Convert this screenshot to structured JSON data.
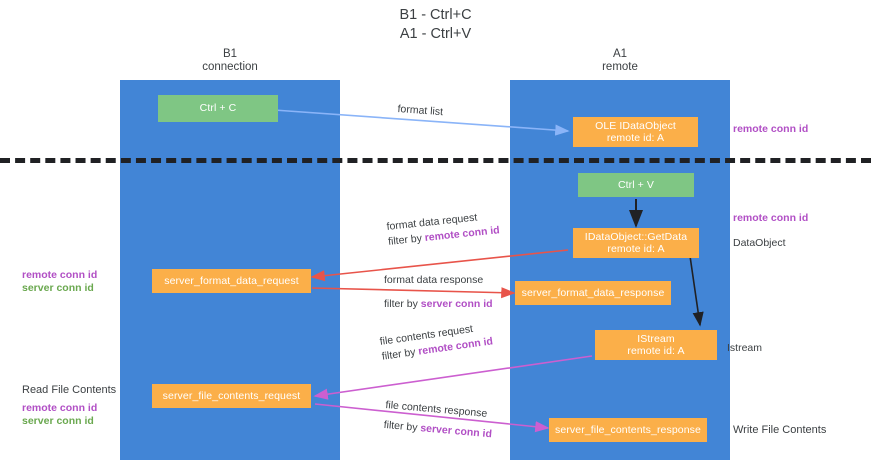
{
  "title": "B1 - Ctrl+C\nA1 - Ctrl+V",
  "columns": {
    "left": "B1\nconnection",
    "right": "A1\nremote"
  },
  "boxes": {
    "ctrl_c": "Ctrl + C",
    "ole_idataobject": "OLE IDataObject\nremote id: A",
    "ctrl_v": "Ctrl + V",
    "idataobject_getdata": "IDataObject::GetData\nremote id: A",
    "server_format_data_request": "server_format_data_request",
    "server_format_data_response": "server_format_data_response",
    "istream": "IStream\nremote id: A",
    "server_file_contents_request": "server_file_contents_request",
    "server_file_contents_response": "server_file_contents_response"
  },
  "arrow_labels": {
    "format_list": "format list",
    "format_data_request": "format data request",
    "format_data_request_filter_prefix": "filter by ",
    "format_data_request_filter_key": "remote conn id",
    "format_data_response": "format data response",
    "format_data_response_filter_prefix": "filter by ",
    "format_data_response_filter_key": "server conn id",
    "file_contents_request": "file contents request",
    "file_contents_request_filter_prefix": "filter by ",
    "file_contents_request_filter_key": "remote conn id",
    "file_contents_response": "file contents response",
    "file_contents_response_filter_prefix": "filter by ",
    "file_contents_response_filter_key": "server conn id"
  },
  "side_labels": {
    "right_remote_conn_id_top": "remote conn id",
    "right_remote_conn_id_mid": "remote conn id",
    "right_dataobject": "DataObject",
    "right_istream": "Istream",
    "right_write_file_contents": "Write File Contents",
    "left_remote_conn_id_mid": "remote conn id",
    "left_server_conn_id_mid": "server conn id",
    "left_read_file_contents": "Read File Contents",
    "left_remote_conn_id_bottom": "remote conn id",
    "left_server_conn_id_bottom": "server conn id"
  },
  "colors": {
    "lane": "#4285d6",
    "green_box": "#7fc684",
    "orange_box": "#fbaf49",
    "purple_text": "#b14fc5",
    "green_text": "#6aa84f",
    "divider": "#202124",
    "arrow_blue": "#8ab4f8",
    "arrow_red": "#e8544a",
    "arrow_magenta": "#cc5fd0",
    "arrow_black": "#202124"
  }
}
